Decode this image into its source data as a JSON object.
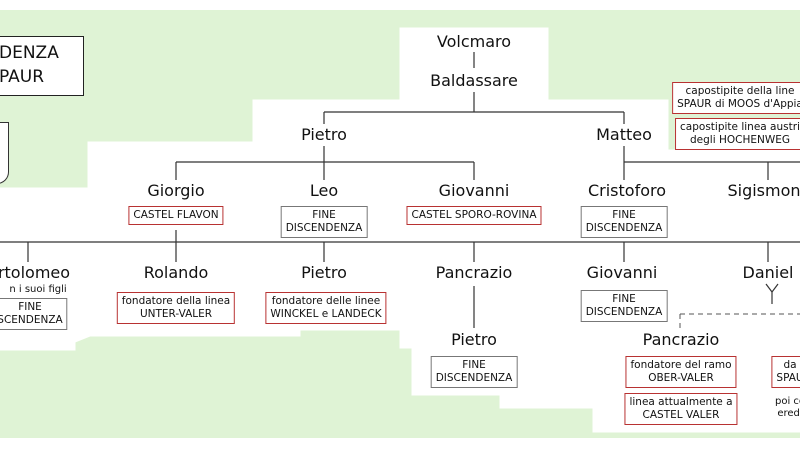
{
  "title": {
    "line1": "DENZA",
    "line2": "PAUR"
  },
  "persons": {
    "volcmaro": "Volcmaro",
    "baldassare": "Baldassare",
    "pietro_1": "Pietro",
    "matteo": "Matteo",
    "giorgio": "Giorgio",
    "leo": "Leo",
    "giovanni_1": "Giovanni",
    "cristoforo": "Cristoforo",
    "sigismondo": "Sigismon",
    "bartolomeo": "rtolomeo",
    "rolando": "Rolando",
    "pietro_2": "Pietro",
    "pancrazio_1": "Pancrazio",
    "giovanni_2": "Giovanni",
    "daniele": "Daniel",
    "pietro_3": "Pietro",
    "pancrazio_2": "Pancrazio"
  },
  "boxes": {
    "castel_flavon": "CASTEL FLAVON",
    "leo_fine": [
      "FINE",
      "DISCENDENZA"
    ],
    "castel_sporo": "CASTEL SPORO-ROVINA",
    "cristoforo_fine": [
      "FINE",
      "DISCENDENZA"
    ],
    "bartolomeo_note": "n i suoi figli",
    "bartolomeo_fine": [
      "FINE",
      "SCENDENZA"
    ],
    "rolando_box": [
      "fondatore della linea",
      "UNTER-VALER"
    ],
    "pietro2_box": [
      "fondatore delle linee",
      "WINCKEL e LANDECK"
    ],
    "giovanni2_fine": [
      "FINE",
      "DISCENDENZA"
    ],
    "pietro3_fine": [
      "FINE",
      "DISCENDENZA"
    ],
    "capostipite_1": [
      "capostipite della line",
      "SPAUR di MOOS d'Appia"
    ],
    "capostipite_2": [
      "capostipite linea austri",
      "degli HOCHENWEG"
    ],
    "pancrazio2_box1": [
      "fondatore del ramo",
      "OBER-VALER"
    ],
    "pancrazio2_box2": [
      "linea attualmente a",
      "CASTEL VALER"
    ],
    "right_box": [
      "da",
      "SPAU"
    ],
    "right_note": [
      "poi co",
      "eredi"
    ]
  },
  "colors": {
    "green": "#dff3d5",
    "red": "#b83232",
    "line": "#333333"
  }
}
